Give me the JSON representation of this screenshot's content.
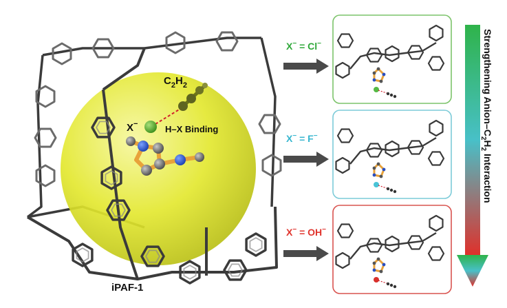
{
  "framework": {
    "name": "iPAF-1"
  },
  "cage": {
    "guest": "C",
    "guest_sub": "2",
    "guest_h": "H",
    "anion": "X",
    "anion_sup": "−",
    "binding": "H–X Binding"
  },
  "panels": [
    {
      "prefix": "X",
      "sup": "−",
      "equals": " = ",
      "ion": "Cl",
      "ion_sup": "−",
      "color": "#2fa83a",
      "border": "#7cc36a",
      "sphere": "#55b944"
    },
    {
      "prefix": "X",
      "sup": "−",
      "equals": " = ",
      "ion": "F",
      "ion_sup": "−",
      "color": "#37b6cf",
      "border": "#7ccbd8",
      "sphere": "#49c3d6"
    },
    {
      "prefix": "X",
      "sup": "−",
      "equals": " = ",
      "ion": "OH",
      "ion_sup": "−",
      "color": "#e0342d",
      "border": "#d9534f",
      "sphere": "#d8302b"
    }
  ],
  "trend": {
    "text_part1": "Strengthening Anion–C",
    "text_sub": "2",
    "text_part2": "H",
    "text_sub2": "2",
    "text_part3": " Interaction",
    "gradient_top": "#2fb34a",
    "gradient_mid": "#48c0c8",
    "gradient_bottom": "#e0302a"
  },
  "colors": {
    "framework": "#3a3a3a",
    "sphere": "#e8ec3a",
    "imidazolium": "#e8a23a",
    "arrow": "#4a4a4a"
  }
}
